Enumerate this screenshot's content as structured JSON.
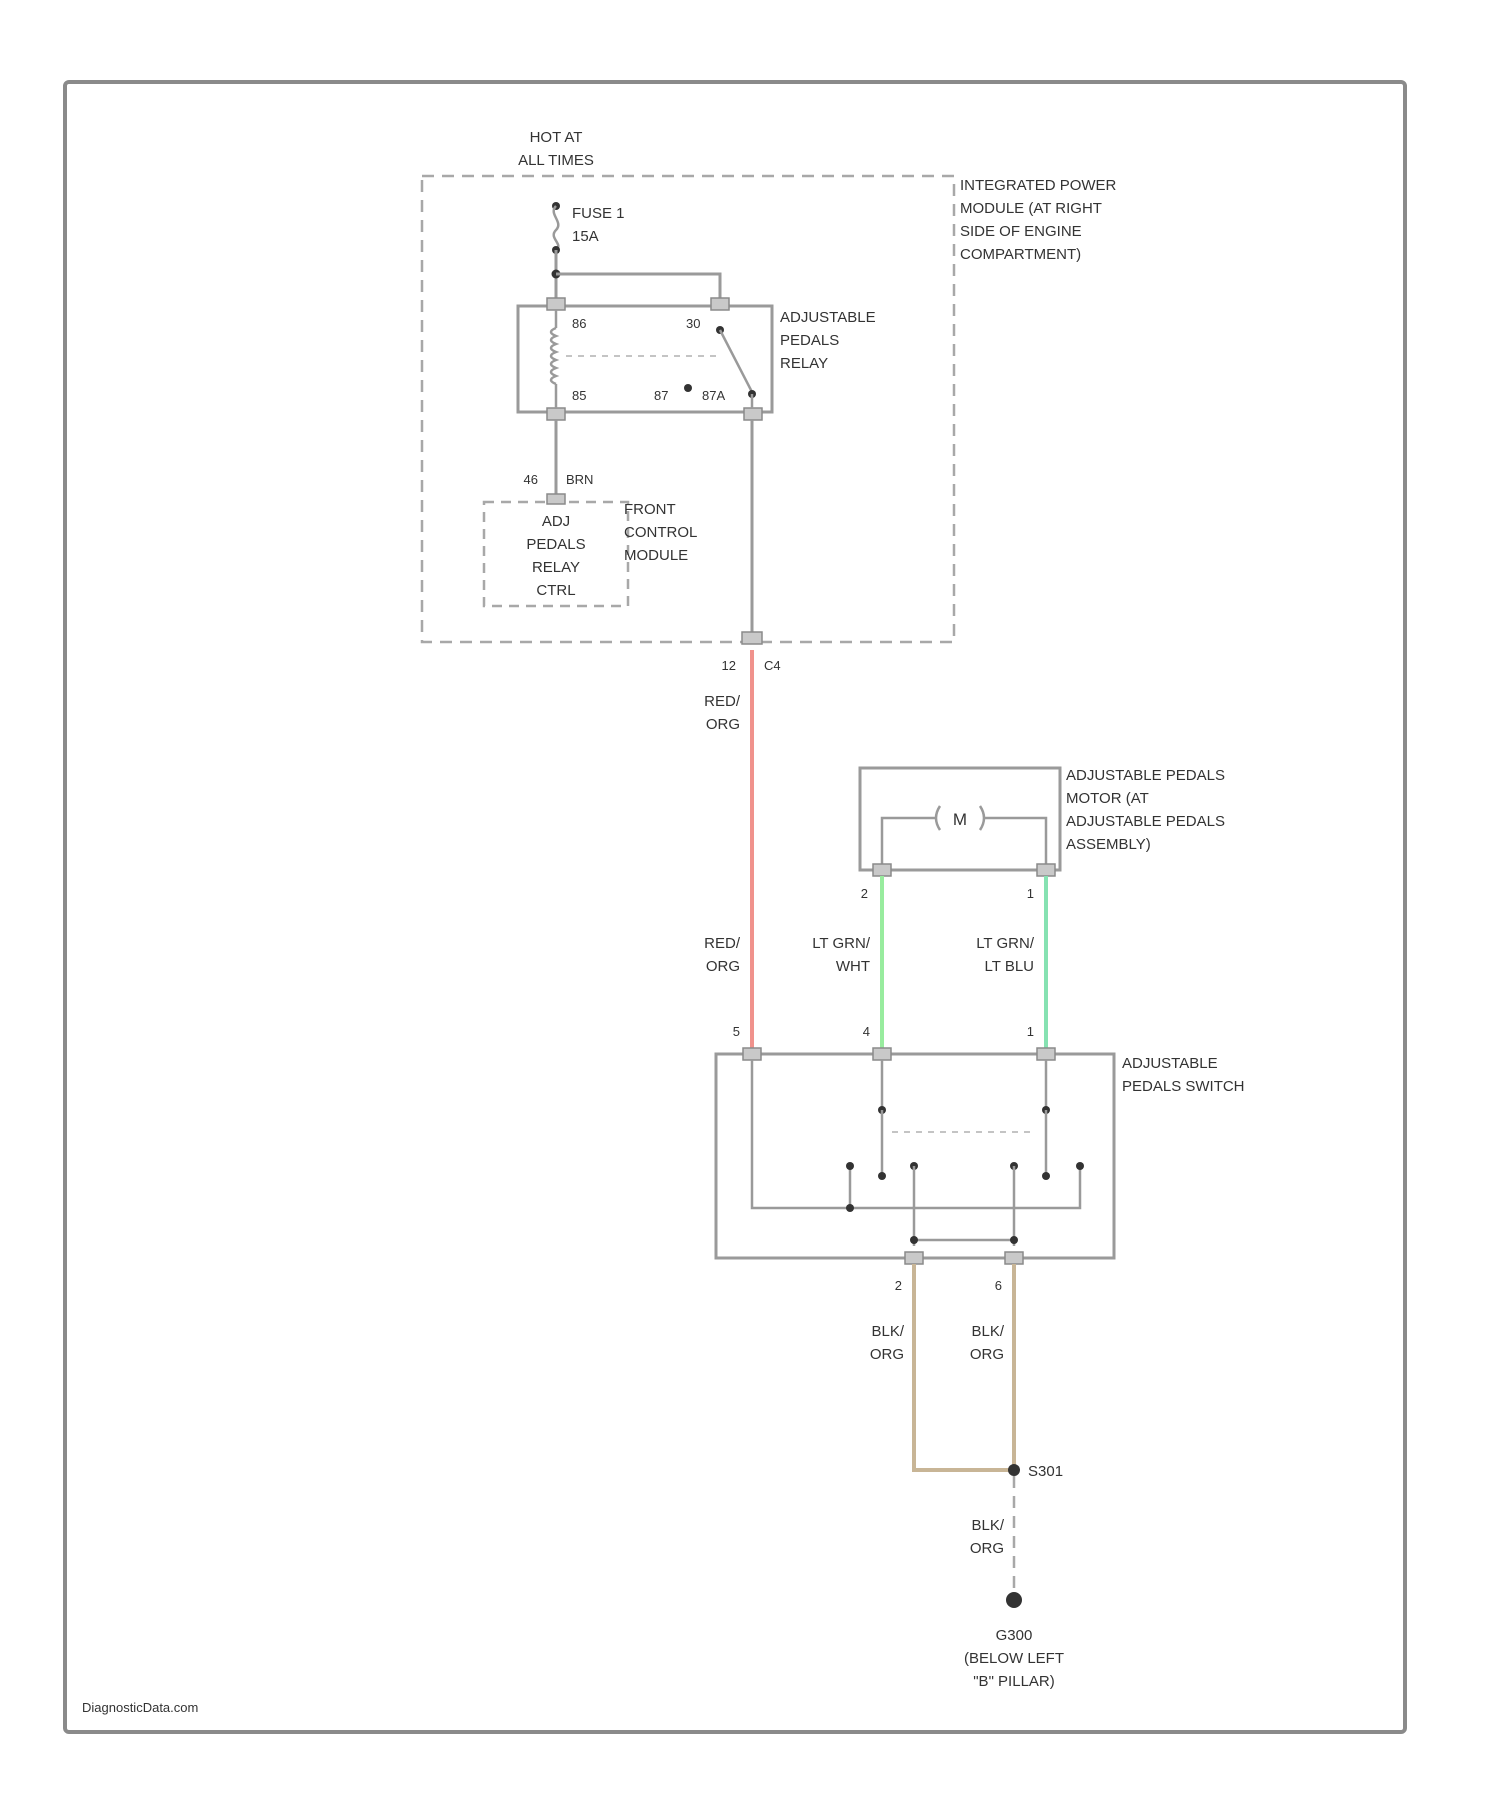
{
  "source": {
    "hot_at_all_times": [
      "HOT AT",
      "ALL TIMES"
    ]
  },
  "fuse": {
    "name": "FUSE 1",
    "rating": "15A"
  },
  "power_module": {
    "label": [
      "INTEGRATED POWER",
      "MODULE (AT RIGHT",
      "SIDE OF ENGINE",
      "COMPARTMENT)"
    ]
  },
  "relay": {
    "label": [
      "ADJUSTABLE",
      "PEDALS",
      "RELAY"
    ],
    "pins": {
      "p86": "86",
      "p30": "30",
      "p85": "85",
      "p87": "87",
      "p87a": "87A"
    }
  },
  "relay_ctrl": {
    "pin": "46",
    "wire": "BRN",
    "label": [
      "ADJ",
      "PEDALS",
      "RELAY",
      "CTRL"
    ]
  },
  "front_control_module": {
    "label": [
      "FRONT",
      "CONTROL",
      "MODULE"
    ]
  },
  "connector_c4": {
    "pin": "12",
    "name": "C4"
  },
  "wires": {
    "red_org_1": [
      "RED/",
      "ORG"
    ],
    "red_org_2": [
      "RED/",
      "ORG"
    ],
    "lt_grn_wht": [
      "LT GRN/",
      "WHT"
    ],
    "lt_grn_lt_blu": [
      "LT GRN/",
      "LT BLU"
    ],
    "blk_org_1": [
      "BLK/",
      "ORG"
    ],
    "blk_org_2": [
      "BLK/",
      "ORG"
    ],
    "blk_org_3": [
      "BLK/",
      "ORG"
    ]
  },
  "motor": {
    "symbol": "M",
    "label": [
      "ADJUSTABLE PEDALS",
      "MOTOR (AT",
      "ADJUSTABLE PEDALS",
      "ASSEMBLY)"
    ],
    "pin_left": "2",
    "pin_right": "1"
  },
  "switch": {
    "label": [
      "ADJUSTABLE",
      "PEDALS SWITCH"
    ],
    "pin_top_left": "5",
    "pin_top_mid": "4",
    "pin_top_right": "1",
    "pin_bot_left": "2",
    "pin_bot_right": "6"
  },
  "splice": {
    "name": "S301"
  },
  "ground": {
    "name": "G300",
    "location": [
      "(BELOW LEFT",
      "\"B\" PILLAR)"
    ]
  },
  "watermark": "DiagnosticData.com",
  "colors": {
    "red_org": "#f0928c",
    "lt_grn": "#98ec9e",
    "lt_grn_blu": "#86e2b2",
    "blk_org": "#c8b596",
    "line": "#9a9a9a"
  }
}
